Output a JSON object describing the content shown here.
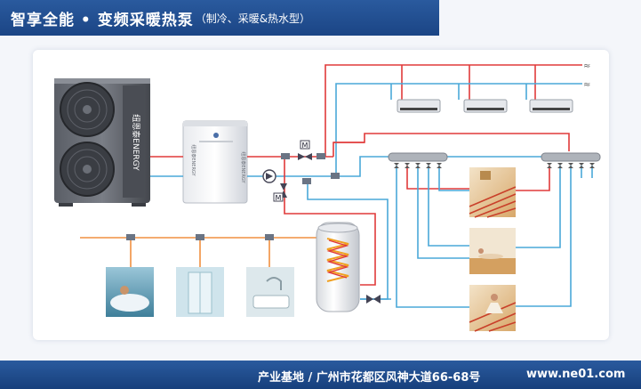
{
  "header": {
    "title": "智享全能 • 变频采暖热泵",
    "subtitle": "（制冷、采暖&热水型）"
  },
  "diagram": {
    "outdoor_unit_brand": "纽恩泰ENERGY",
    "indoor_unit_brand": "纽恩泰ENERGY",
    "valve_label_1": "M",
    "valve_label_2": "M"
  },
  "footer": {
    "address": "产业基地 / 广州市花都区风神大道66-68号",
    "website": "www.ne01.com"
  },
  "colors": {
    "hot_pipe": "#e03a3a",
    "cold_pipe": "#4aa8d8",
    "water_pipe": "#f09040",
    "header_bg": "#1b4585"
  }
}
